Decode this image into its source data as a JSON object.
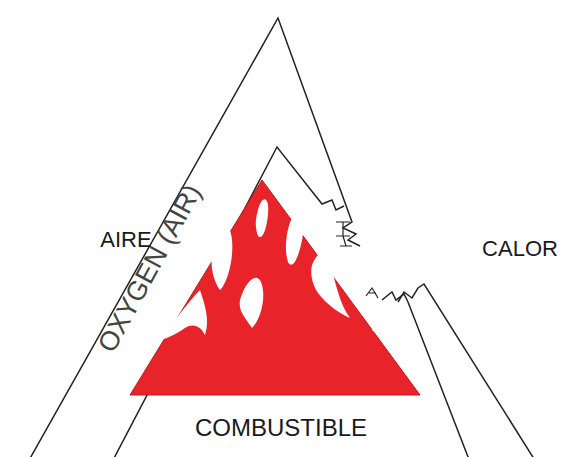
{
  "diagram": {
    "labels": [
      "AIRE",
      "OXYGEN (AIR)",
      "CALOR",
      "COMBUSTIBLE"
    ]
  }
}
